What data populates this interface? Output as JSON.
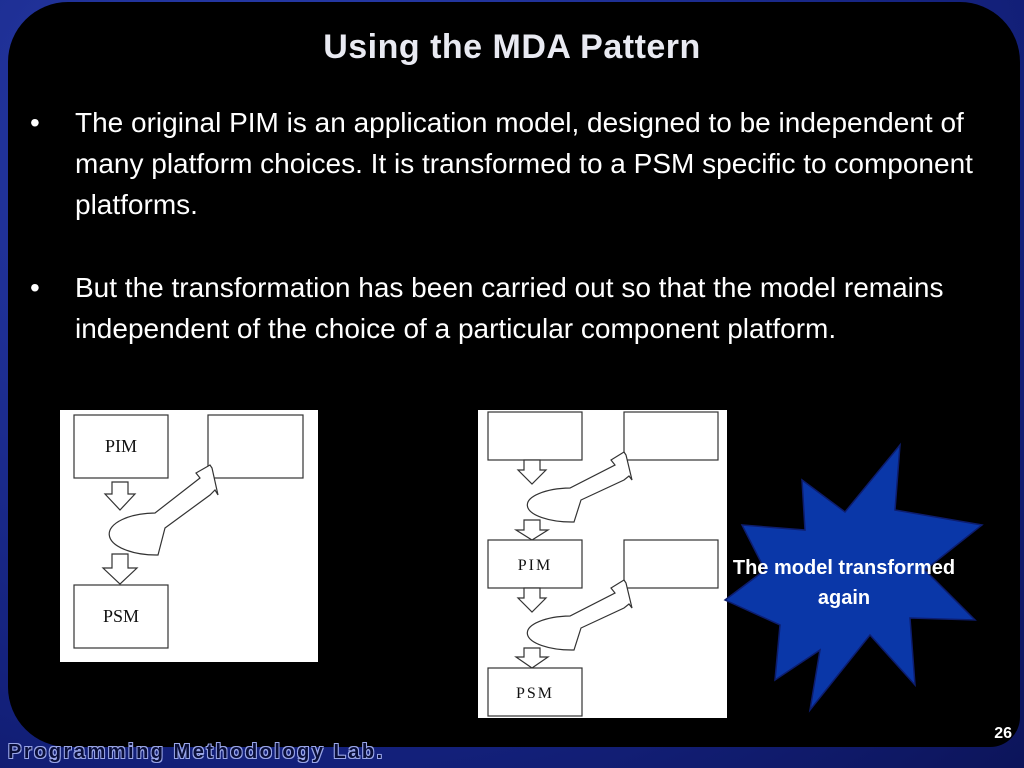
{
  "slide": {
    "title": "Using the MDA Pattern",
    "bullets": [
      "The original PIM is an application model, designed to be independent of many platform choices. It is transformed to a PSM specific to component platforms.",
      "But the transformation has been carried out so that the model remains independent of the choice of a particular component platform."
    ],
    "bullet_symbol": "•",
    "callout": "The model transformed again",
    "page_number": "26",
    "footer": "Programming Methodology Lab."
  },
  "diagram_left": {
    "top_box": "PIM",
    "bottom_box": "PSM"
  },
  "diagram_right": {
    "middle_box": "PIM",
    "bottom_box": "PSM"
  },
  "colors": {
    "star_fill": "#0a37a8",
    "panel": "#000000",
    "frame": "#1a2a8f"
  }
}
